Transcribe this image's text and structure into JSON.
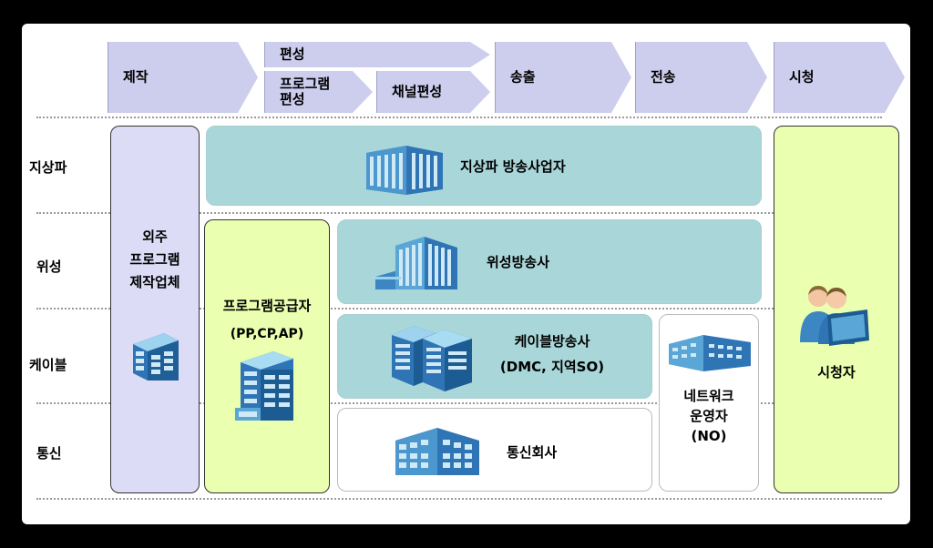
{
  "header": {
    "production": "제작",
    "scheduling": "편성",
    "program_scheduling": "프로그램\n편성",
    "channel_scheduling": "채널편성",
    "transmission_out": "송출",
    "transmission": "전송",
    "viewing": "시청"
  },
  "rows": {
    "terrestrial": "지상파",
    "satellite": "위성",
    "cable": "케이블",
    "telecom": "통신"
  },
  "boxes": {
    "outsourced": "외주\n프로그램\n제작업체",
    "pp_title": "프로그램공급자",
    "pp_sub": "(PP,CP,AP)",
    "terrestrial_broadcaster": "지상파 방송사업자",
    "satellite_broadcaster": "위성방송사",
    "cable_title": "케이블방송사",
    "cable_sub": "(DMC, 지역SO)",
    "telecom_company": "통신회사",
    "network_operator": "네트워크\n운영자\n(NO)",
    "viewer": "시청자"
  },
  "colors": {
    "arrow_fill": "#cdcdee",
    "teal": "#a9d6d8",
    "lavender": "#dcdcf6",
    "lime": "#eaffb0"
  },
  "icons": [
    "office-building-icon",
    "server-building-icon",
    "viewers-icon"
  ]
}
